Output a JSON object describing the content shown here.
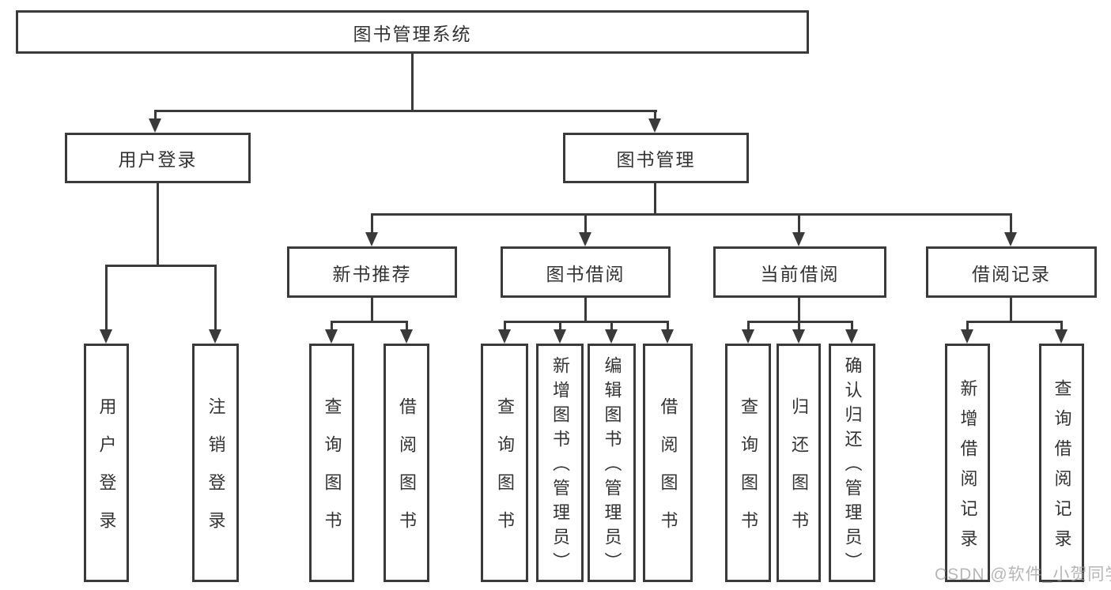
{
  "tree": {
    "root": "图书管理系统",
    "children": [
      {
        "label": "用户登录",
        "children": [
          "用户登录",
          "注销登录"
        ]
      },
      {
        "label": "图书管理",
        "children": [
          {
            "label": "新书推荐",
            "children": [
              "查询图书",
              "借阅图书"
            ]
          },
          {
            "label": "图书借阅",
            "children": [
              "查询图书",
              "新增图书（管理员）",
              "编辑图书（管理员）",
              "借阅图书"
            ]
          },
          {
            "label": "当前借阅",
            "children": [
              "查询图书",
              "归还图书",
              "确认归还（管理员）"
            ]
          },
          {
            "label": "借阅记录",
            "children": [
              "新增借阅记录",
              "查询借阅记录"
            ]
          }
        ]
      }
    ]
  },
  "watermark": "CSDN @软件_小贺同学",
  "colors": {
    "line": "#3a3a3a",
    "text": "#333333",
    "watermark": "#9e9e9e",
    "background": "#ffffff"
  }
}
